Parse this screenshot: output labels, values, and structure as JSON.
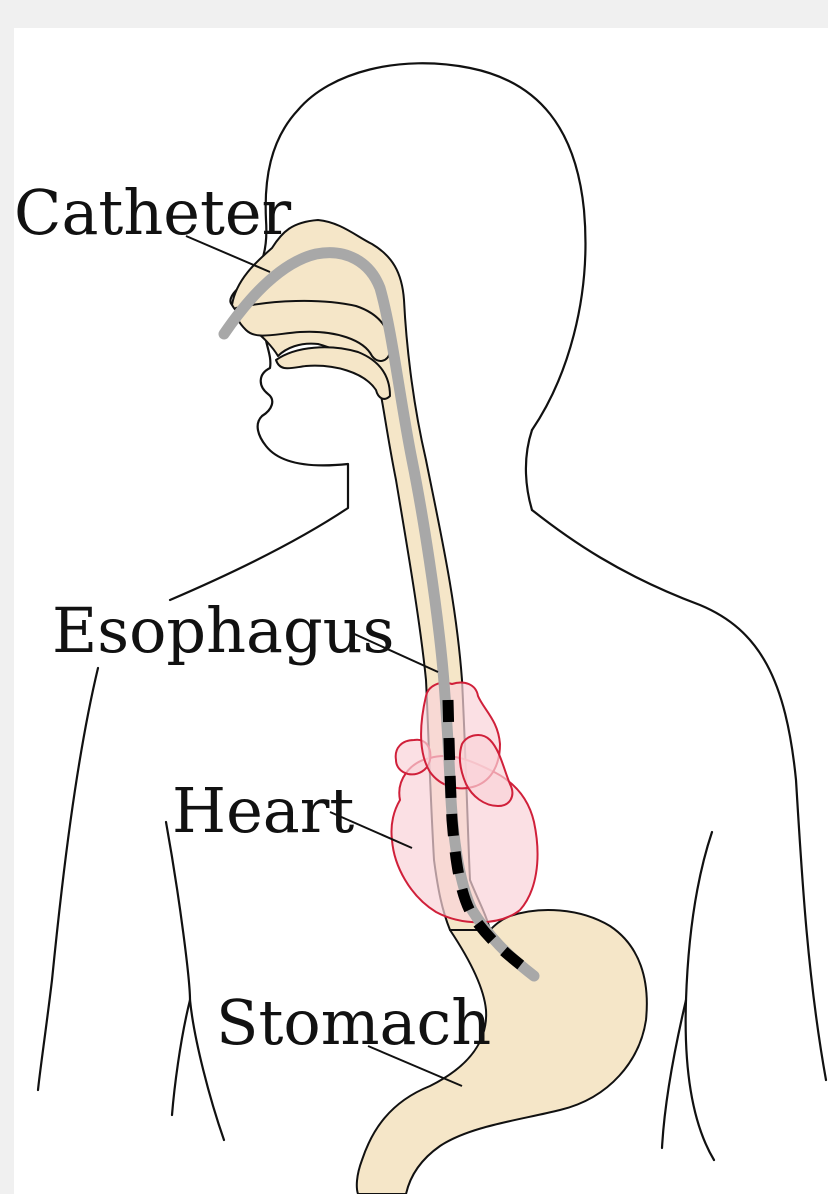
{
  "diagram": {
    "labels": {
      "catheter": "Catheter",
      "esophagus": "Esophagus",
      "heart": "Heart",
      "stomach": "Stomach"
    },
    "colors": {
      "background": "#f0f0f0",
      "panel": "#ffffff",
      "outline": "#111111",
      "tissue": "#f5e6c8",
      "catheter": "#a8a8a8",
      "electrode": "#000000",
      "heart_stroke": "#d0203a",
      "heart_fill": "#f9d3d9"
    }
  }
}
